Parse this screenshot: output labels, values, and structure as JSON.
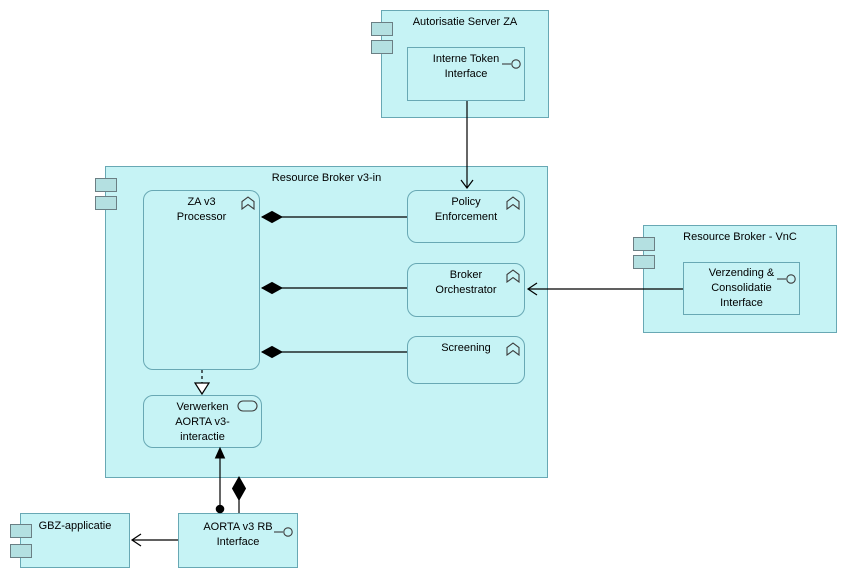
{
  "colors": {
    "background": "#ffffff",
    "element_fill": "#c6f3f5",
    "element_border": "#68a8b4",
    "tab_fill": "#b4e0e1",
    "tab_border": "#6b7f84",
    "connector": "#000000",
    "text": "#000000"
  },
  "elements": {
    "autorisatie_server_za": {
      "label": [
        "Autorisatie Server ZA"
      ]
    },
    "interne_token_interface": {
      "label": [
        "Interne Token",
        "Interface"
      ]
    },
    "resource_broker_v3_in": {
      "label": [
        "Resource Broker v3-in"
      ]
    },
    "za_v3_processor": {
      "label": [
        "ZA v3",
        "Processor"
      ]
    },
    "policy_enforcement": {
      "label": [
        "Policy",
        "Enforcement"
      ]
    },
    "broker_orchestrator": {
      "label": [
        "Broker",
        "Orchestrator"
      ]
    },
    "screening": {
      "label": [
        "Screening"
      ]
    },
    "verwerken_aorta_v3_interactie": {
      "label": [
        "Verwerken",
        "AORTA v3-",
        "interactie"
      ]
    },
    "resource_broker_vnc": {
      "label": [
        "Resource Broker - VnC"
      ]
    },
    "verzending_consolidatie_interface": {
      "label": [
        "Verzending &",
        "Consolidatie",
        "Interface"
      ]
    },
    "gbz_applicatie": {
      "label": [
        "GBZ-applicatie"
      ]
    },
    "aorta_v3_rb_interface": {
      "label": [
        "AORTA v3 RB",
        "Interface"
      ]
    }
  },
  "relationships": [
    {
      "type": "serving",
      "source": "Interne Token Interface",
      "target": "Policy Enforcement"
    },
    {
      "type": "composition",
      "source": "ZA v3 Processor",
      "target": "Policy Enforcement"
    },
    {
      "type": "composition",
      "source": "ZA v3 Processor",
      "target": "Broker Orchestrator"
    },
    {
      "type": "composition",
      "source": "ZA v3 Processor",
      "target": "Screening"
    },
    {
      "type": "serving",
      "source": "Verzending & Consolidatie Interface",
      "target": "Broker Orchestrator"
    },
    {
      "type": "realization",
      "source": "ZA v3 Processor",
      "target": "Verwerken AORTA v3-interactie"
    },
    {
      "type": "assignment",
      "source": "AORTA v3 RB Interface",
      "target": "Verwerken AORTA v3-interactie"
    },
    {
      "type": "composition",
      "source": "Resource Broker v3-in",
      "target": "AORTA v3 RB Interface"
    },
    {
      "type": "serving",
      "source": "AORTA v3 RB Interface",
      "target": "GBZ-applicatie"
    }
  ]
}
